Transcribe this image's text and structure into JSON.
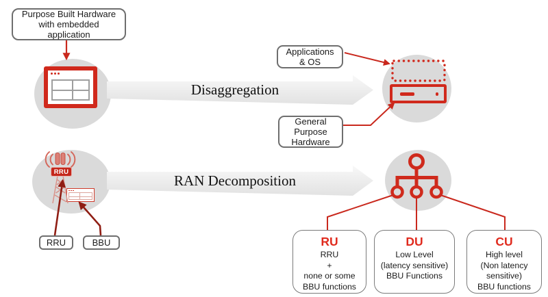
{
  "colors": {
    "accent_red": "#c9281d",
    "icon_red": "#d0291c",
    "dark_red": "#8f1d13",
    "circle_gray": "#dadada",
    "box_border_gray": "#6e6e6e",
    "title_red": "#e02b1e"
  },
  "row_disaggregation": {
    "callout_purpose_built": "Purpose Built Hardware\nwith embedded\napplication",
    "arrow_label": "Disaggregation",
    "callout_apps_os": "Applications\n& OS",
    "callout_general_purpose": "General\nPurpose\nHardware"
  },
  "row_decomposition": {
    "arrow_label": "RAN Decomposition",
    "rru_badge": "RRU",
    "rru_label": "RRU",
    "bbu_label": "BBU",
    "boxes": [
      {
        "title": "RU",
        "body": "RRU\n+\nnone or some\nBBU functions"
      },
      {
        "title": "DU",
        "body": "Low Level\n(latency sensitive)\nBBU Functions"
      },
      {
        "title": "CU",
        "body": "High level\n(Non latency\nsensitive)\nBBU functions"
      }
    ]
  }
}
